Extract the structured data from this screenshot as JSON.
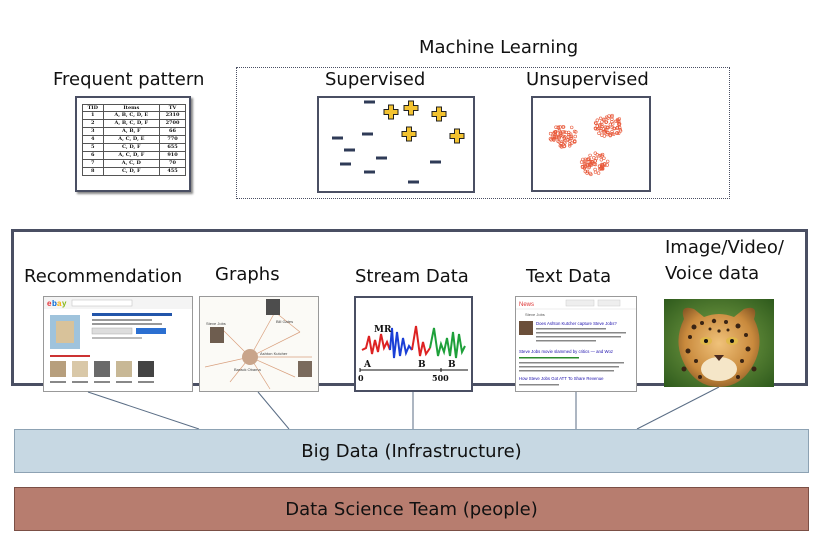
{
  "ml_title": "Machine Learning",
  "frequent_pattern": {
    "label": "Frequent pattern",
    "table": {
      "headers": [
        "TID",
        "Items",
        "TV"
      ],
      "rows": [
        [
          "1",
          "A, B, C, D, E",
          "2310"
        ],
        [
          "2",
          "A, B, C, D, F",
          "2700"
        ],
        [
          "3",
          "A, B, F",
          "66"
        ],
        [
          "4",
          "A, C, D, E",
          "770"
        ],
        [
          "5",
          "C, D, F",
          "655"
        ],
        [
          "6",
          "A, C, D, F",
          "910"
        ],
        [
          "7",
          "A, C, D",
          "70"
        ],
        [
          "8",
          "C, D, F",
          "455"
        ]
      ]
    }
  },
  "supervised": {
    "label": "Supervised"
  },
  "unsupervised": {
    "label": "Unsupervised"
  },
  "apps": {
    "recommendation": "Recommendation",
    "graphs": "Graphs",
    "stream": "Stream Data",
    "text": "Text Data",
    "media_line1": "Image/Video/",
    "media_line2": "Voice data"
  },
  "stream_chart": {
    "label_mr": "MR",
    "label_a": "A",
    "label_b1": "B",
    "label_b2": "B",
    "tick_0": "0",
    "tick_500": "500"
  },
  "graph_thumb": {
    "name1": "Steve Jobs",
    "name2": "Bill Gates",
    "name3": "Ashton Kutcher",
    "name4": "Barack Obama"
  },
  "text_thumb": {
    "brand": "News",
    "search": "Steve Jobs",
    "headline1": "Does Ashton Kutcher capture Steve Jobs?",
    "headline2": "Steve Jobs movie slammed by critics — and Woz",
    "headline3": "How Steve Jobs Got ATT To Share Revenue"
  },
  "bars": {
    "big_data": "Big Data (Infrastructure)",
    "team": "Data Science Team (people)"
  }
}
